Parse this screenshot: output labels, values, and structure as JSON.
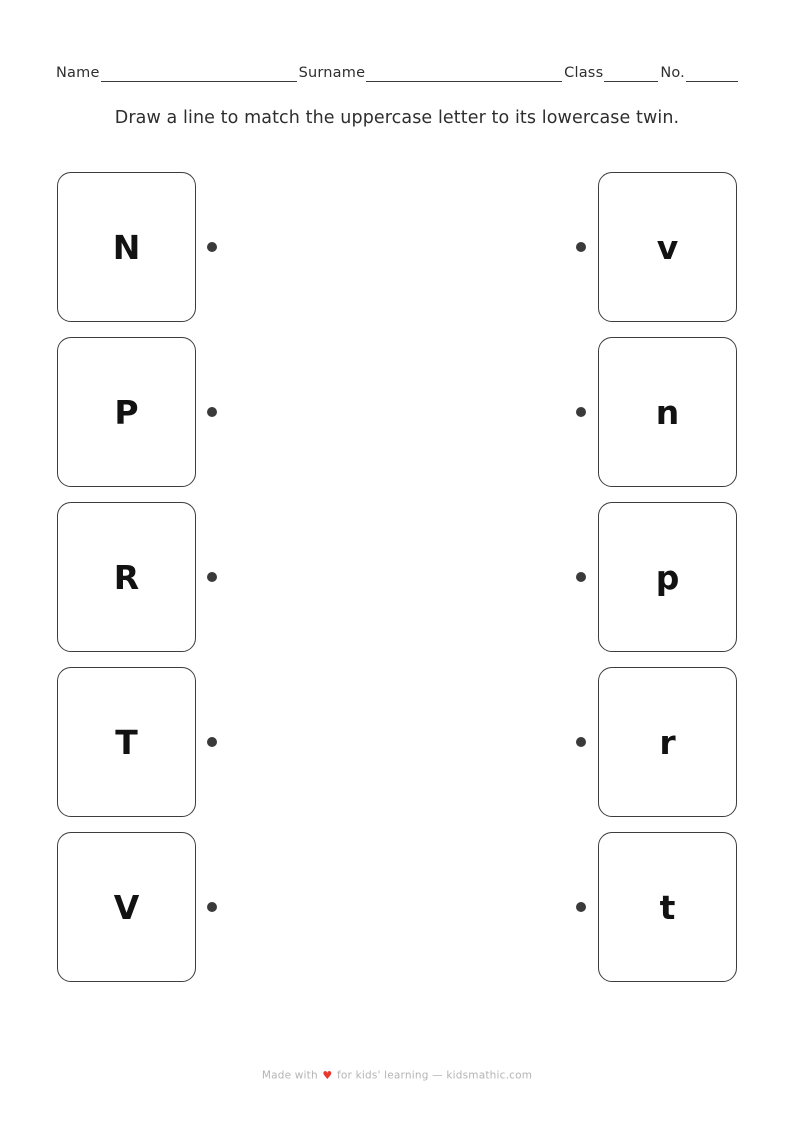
{
  "header": {
    "fields": [
      {
        "label": "Name",
        "value": ""
      },
      {
        "label": "Surname",
        "value": ""
      },
      {
        "label": "Class",
        "value": ""
      },
      {
        "label": "No.",
        "value": ""
      }
    ]
  },
  "instruction": "Draw a line to match the uppercase letter to its lowercase twin.",
  "match": {
    "rows": [
      {
        "left": "N",
        "right": "v"
      },
      {
        "left": "P",
        "right": "n"
      },
      {
        "left": "R",
        "right": "p"
      },
      {
        "left": "T",
        "right": "r"
      },
      {
        "left": "V",
        "right": "t"
      }
    ]
  },
  "footer": {
    "prefix": "Made with",
    "heart": "♥",
    "suffix": "for kids' learning — kidsmathic.com"
  },
  "colors": {
    "ink": "#2b2b2b",
    "card_border": "#3d3d3d",
    "dot": "#3a3a3a",
    "heart": "#e8382f",
    "footer_text": "#b4b4b4",
    "page_bg": "#ffffff"
  }
}
